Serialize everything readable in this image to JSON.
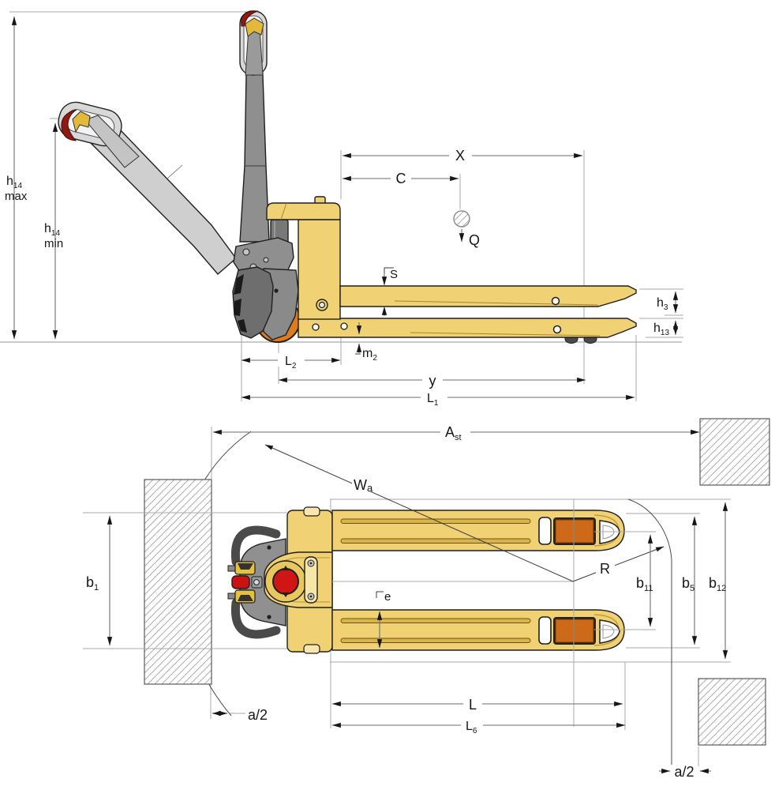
{
  "diagram_type": "hand pallet truck dimensional drawing (side elevation and plan view)",
  "colors": {
    "body_yellow": "#F0D173",
    "groove_yellow": "#D9B44A",
    "wheel_orange": "#E07A1E",
    "roller_orange": "#CC6A1A",
    "hydraulic_red": "#D01515",
    "handle_cap_red": "#8E1A12",
    "steel_grey": "#8F8F8F",
    "light_grey": "#D6D6D6",
    "outline_dark": "#1F1F1F",
    "dimension_line": "#6E6E6E",
    "extension_line": "#A8A8A8",
    "hatch_grey": "#ADADAD"
  },
  "side_view": {
    "dimensions": {
      "h14_max": {
        "symbol": "h",
        "subscript": "14",
        "qualifier": "max"
      },
      "h14_min": {
        "symbol": "h",
        "subscript": "14",
        "qualifier": "min"
      },
      "X": {
        "symbol": "X"
      },
      "C": {
        "symbol": "C"
      },
      "Q": {
        "symbol": "Q"
      },
      "S": {
        "symbol": "S"
      },
      "h3": {
        "symbol": "h",
        "subscript": "3"
      },
      "h13": {
        "symbol": "h",
        "subscript": "13"
      },
      "m2": {
        "symbol": "m",
        "subscript": "2"
      },
      "L2": {
        "symbol": "L",
        "subscript": "2"
      },
      "y": {
        "symbol": "y"
      },
      "L1": {
        "symbol": "L",
        "subscript": "1"
      }
    }
  },
  "top_view": {
    "dimensions": {
      "Ast": {
        "symbol": "A",
        "subscript": "st"
      },
      "Wa": {
        "symbol": "W",
        "subscript": "a"
      },
      "b1": {
        "symbol": "b",
        "subscript": "1"
      },
      "e": {
        "symbol": "e"
      },
      "R": {
        "symbol": "R"
      },
      "b11": {
        "symbol": "b",
        "subscript": "11"
      },
      "b5": {
        "symbol": "b",
        "subscript": "5"
      },
      "b12": {
        "symbol": "b",
        "subscript": "12"
      },
      "a2_left": {
        "symbol": "a/2"
      },
      "L": {
        "symbol": "L"
      },
      "L6": {
        "symbol": "L",
        "subscript": "6"
      },
      "a2_right": {
        "symbol": "a/2"
      }
    }
  }
}
